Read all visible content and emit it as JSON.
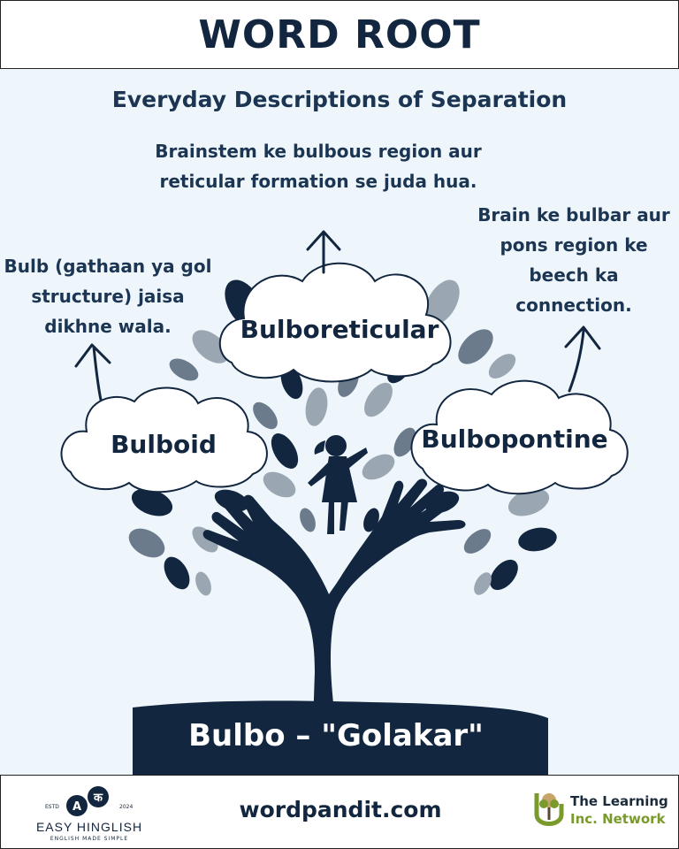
{
  "header": {
    "title": "WORD ROOT"
  },
  "subtitle": "Everyday Descriptions of Separation",
  "descriptions": {
    "top": "Brainstem ke bulbous region aur reticular formation se juda hua.",
    "left": "Bulb (gathaan ya gol structure) jaisa dikhne wala.",
    "right": "Brain ke bulbar aur pons region ke beech ka connection."
  },
  "words": {
    "top": "Bulboreticular",
    "left": "Bulboid",
    "right": "Bulbopontine"
  },
  "root": "Bulbo – \"Golakar\"",
  "footer": {
    "site": "wordpandit.com",
    "easy_hinglish": {
      "name": "EASY HINGLISH",
      "tagline": "ENGLISH MADE SIMPLE",
      "estd": "ESTD",
      "year": "2024",
      "mark_latin": "A",
      "mark_devanagari": "क"
    },
    "learning_network": {
      "line1": "The Learning",
      "line2": "Inc. Network"
    }
  },
  "colors": {
    "navy": "#12263f",
    "background": "#eef6fb",
    "leaf_gray": "#9aa7b3",
    "olive": "#7a9a2c"
  }
}
